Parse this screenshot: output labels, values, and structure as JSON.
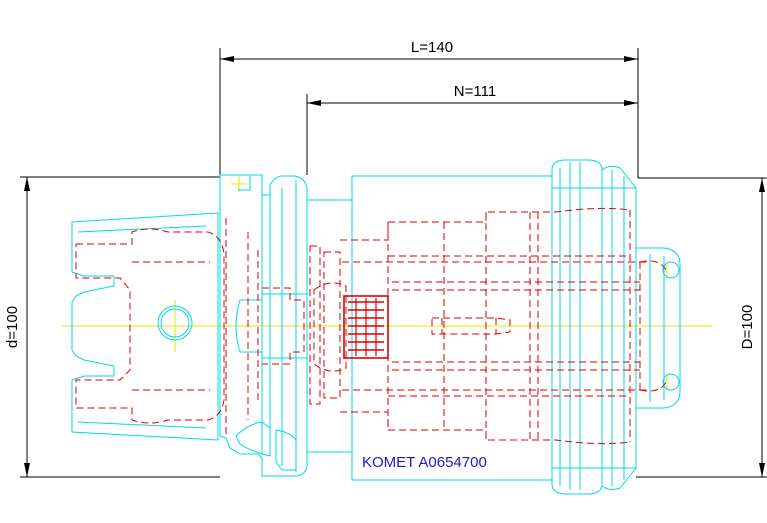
{
  "dimensions": {
    "overall_length": "L=140",
    "n_length": "N=111",
    "small_diameter": "d=100",
    "large_diameter": "D=100"
  },
  "part_label": "KOMET A0654700",
  "colors": {
    "outline": "#00d8e8",
    "hidden": "#e00000",
    "centerline": "#e6e600",
    "dimension": "#000000",
    "label": "#1a1acc"
  }
}
